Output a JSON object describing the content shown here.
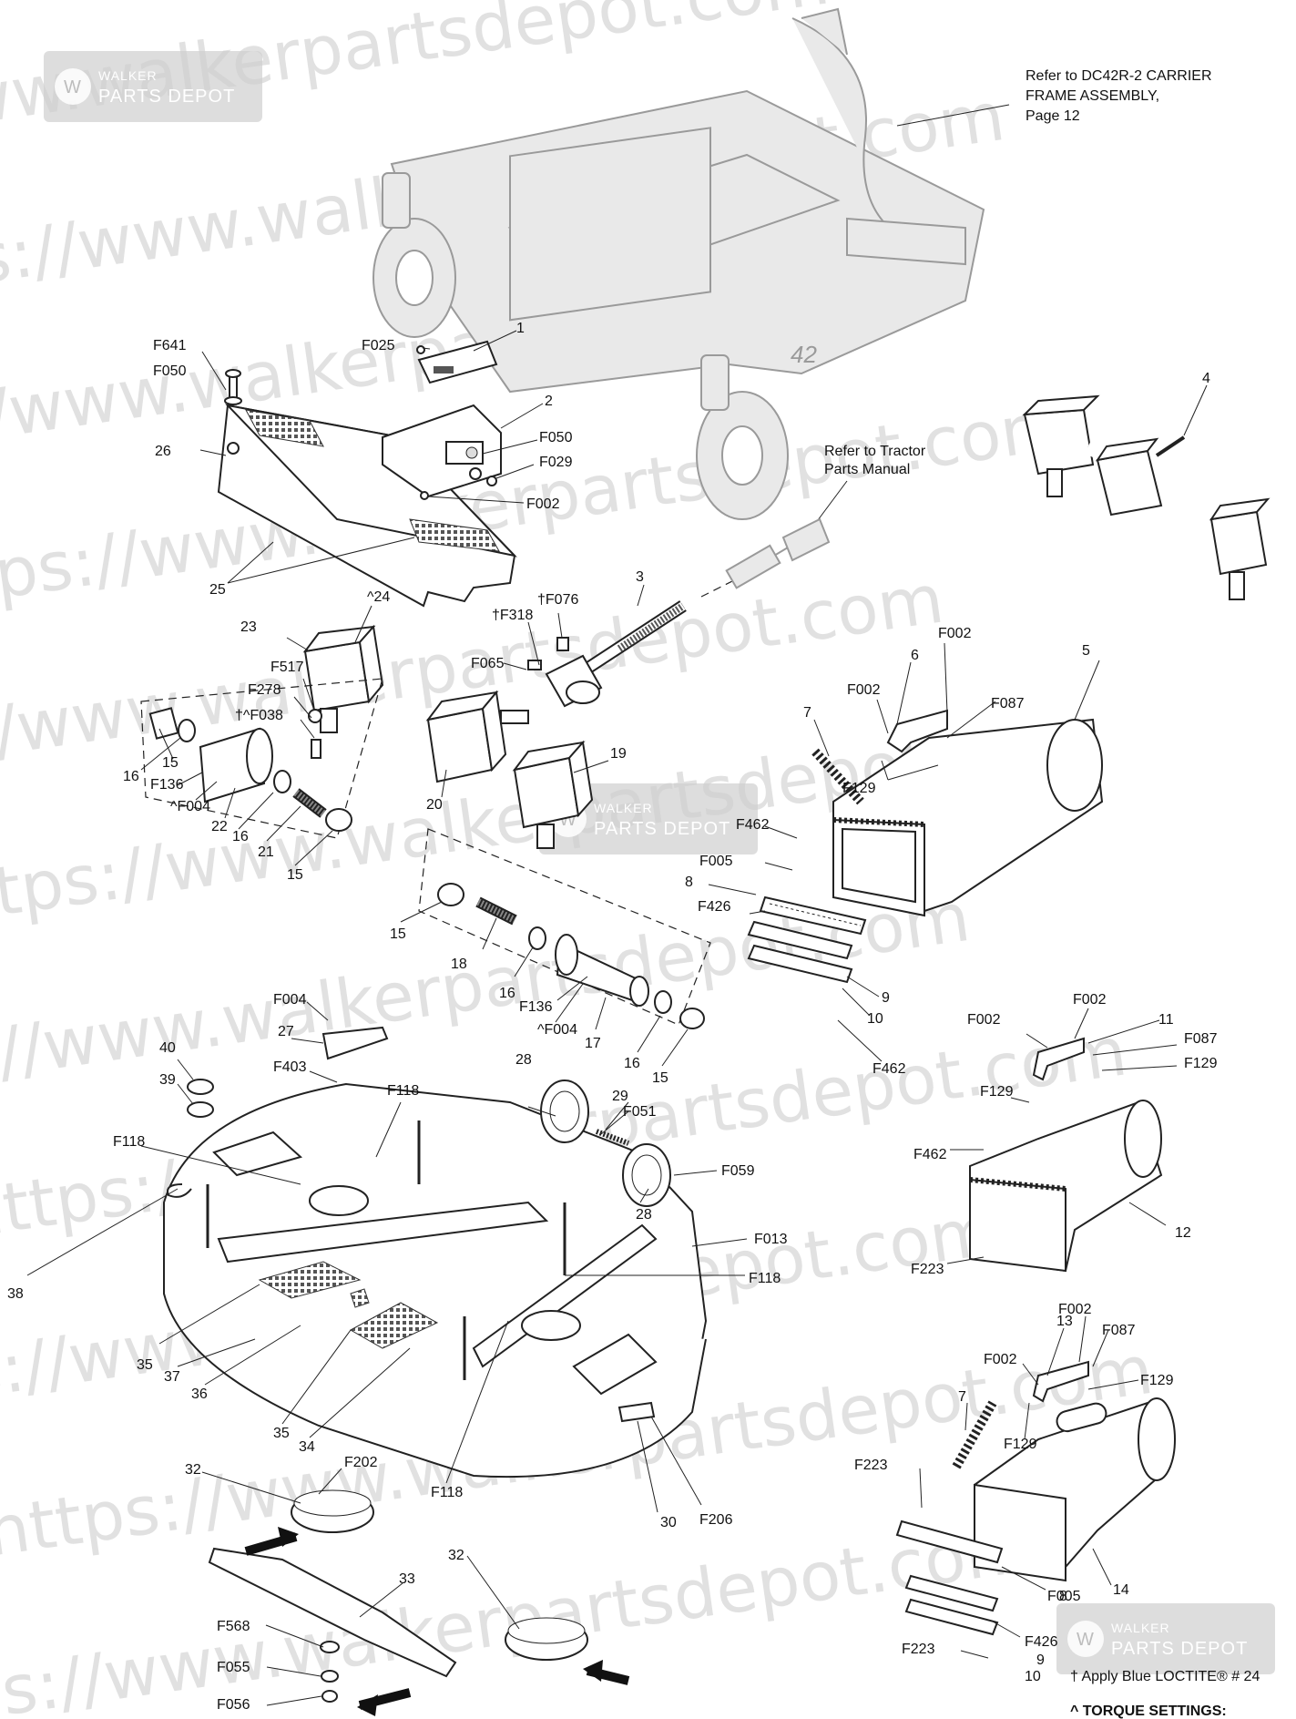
{
  "watermark": {
    "lines": [
      "https://www.walkerpartsdepot.com",
      "https://www.walkerpartsdepot.com",
      "https://www.walkerpartsdepot.com",
      "https://www.walkerpartsdepot.com",
      "https://www.walkerpartsdepot.com",
      "https://www.walkerpartsdepot.com",
      "https://www.walkerpartsdepot.com",
      "https://www.walkerpartsdepot.com",
      "https://www.walkerpartsdepot.com",
      "https://www.walkerpartsdepot.com",
      "https://www.walkerpartsdepot.com"
    ],
    "badge_line1": "WALKER",
    "badge_line2": "PARTS DEPOT"
  },
  "notes": {
    "carrier_ref_1": "Refer to DC42R-2 CARRIER",
    "carrier_ref_2": "FRAME ASSEMBLY,",
    "carrier_ref_3": "Page 12",
    "tractor_ref_1": "Refer to Tractor",
    "tractor_ref_2": "Parts Manual",
    "deck_number": "42",
    "loctite": "† Apply Blue LOCTITE® # 24",
    "torque": "^ TORQUE SETTINGS:"
  },
  "callouts": {
    "c1": "1",
    "c2": "2",
    "c3": "3",
    "c4": "4",
    "c5": "5",
    "c6": "6",
    "c7a": "7",
    "c7b": "7",
    "c8a": "8",
    "c8b": "8",
    "c9a": "9",
    "c9b": "9",
    "c10a": "10",
    "c10b": "10",
    "c11": "11",
    "c12": "12",
    "c13": "13",
    "c14": "14",
    "c15a": "15",
    "c15b": "15",
    "c15c": "15",
    "c15d": "15",
    "c16a": "16",
    "c16b": "16",
    "c16c": "16",
    "c16d": "16",
    "c17": "17",
    "c18": "18",
    "c19": "19",
    "c20": "20",
    "c21": "21",
    "c22": "22",
    "c23": "23",
    "c24": "^24",
    "c25": "25",
    "c26": "26",
    "c27": "27",
    "c28a": "28",
    "c28b": "28",
    "c29": "29",
    "c30": "30",
    "c32a": "32",
    "c32b": "32",
    "c33": "33",
    "c34": "34",
    "c35a": "35",
    "c35b": "35",
    "c36": "36",
    "c37": "37",
    "c38": "38",
    "c39": "39",
    "c40": "40",
    "F002a": "F002",
    "F002b": "F002",
    "F002c": "F002",
    "F002d": "F002",
    "F002e": "F002",
    "F002f": "F002",
    "F004a": "^F004",
    "F004b": "^F004",
    "F004c": "F004",
    "F005a": "F005",
    "F005b": "F005",
    "F013": "F013",
    "F025": "F025",
    "F029": "F029",
    "F038": "†^F038",
    "F050a": "F050",
    "F050b": "F050",
    "F051": "F051",
    "F055": "F055",
    "F056": "F056",
    "F059": "F059",
    "F065": "F065",
    "F076": "†F076",
    "F087a": "F087",
    "F087b": "F087",
    "F087c": "F087",
    "F118a": "F118",
    "F118b": "F118",
    "F118c": "F118",
    "F118d": "F118",
    "F129a": "F129",
    "F129b": "F129",
    "F129c": "F129",
    "F129d": "F129",
    "F129e": "F129",
    "F136a": "F136",
    "F136b": "F136",
    "F202": "F202",
    "F206": "F206",
    "F223a": "F223",
    "F223b": "F223",
    "F223c": "F223",
    "F278": "F278",
    "F318": "†F318",
    "F403": "F403",
    "F426a": "F426",
    "F426b": "F426",
    "F462a": "F462",
    "F462b": "F462",
    "F462c": "F462",
    "F517": "F517",
    "F568": "F568",
    "F641": "F641"
  }
}
